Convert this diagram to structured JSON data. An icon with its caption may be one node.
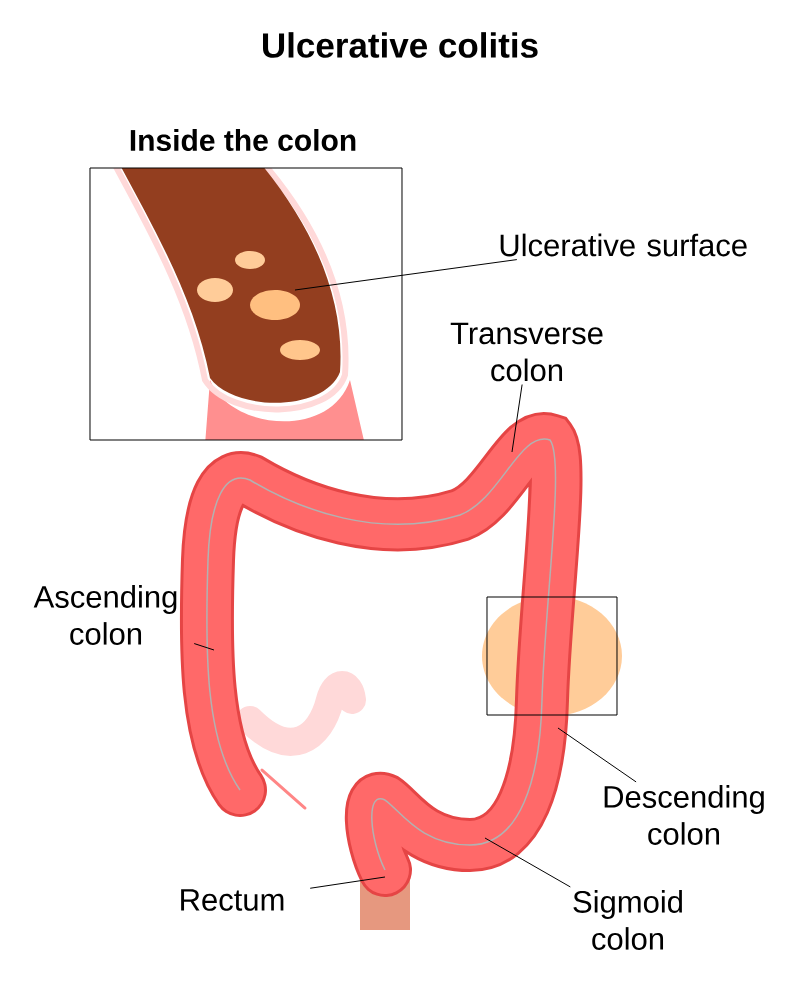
{
  "diagram": {
    "title": "Ulcerative colitis",
    "nodes": [
      {
        "text": [
          "Inside the colon"
        ]
      },
      {
        "text": [
          "Ulcerative surface"
        ]
      },
      {
        "text": [
          "Transverse colon"
        ]
      },
      {
        "text": [
          "Ascending colon"
        ]
      },
      {
        "text": [
          "Descending colon"
        ]
      },
      {
        "text": [
          "Rectum"
        ]
      },
      {
        "text": [
          "Sigmoid colon"
        ]
      }
    ],
    "edges": [
      {
        "from": 1,
        "to": 0,
        "arrow": "none"
      },
      {
        "from": 2,
        "to": null,
        "arrow": "none"
      },
      {
        "from": 3,
        "to": null,
        "arrow": "none"
      },
      {
        "from": 4,
        "to": null,
        "arrow": "none"
      },
      {
        "from": 5,
        "to": null,
        "arrow": "none"
      },
      {
        "from": 6,
        "to": null,
        "arrow": "none"
      }
    ]
  }
}
